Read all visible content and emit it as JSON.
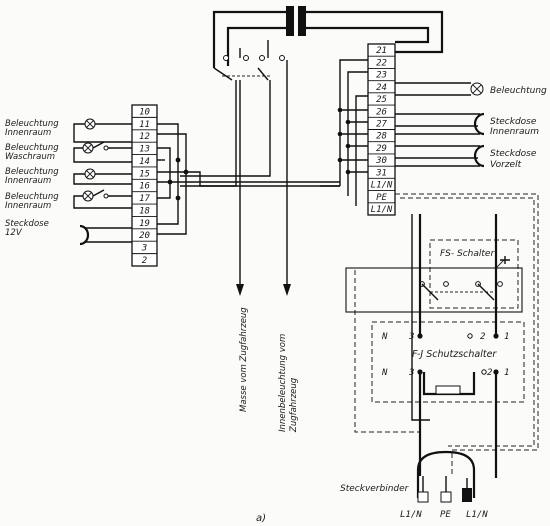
{
  "left_labels": [
    {
      "line1": "Beleuchtung",
      "line2": "Innenraum"
    },
    {
      "line1": "Beleuchtung",
      "line2": "Waschraum"
    },
    {
      "line1": "Beleuchtung",
      "line2": "Innenraum"
    },
    {
      "line1": "Beleuchtung",
      "line2": "Innenraum"
    },
    {
      "line1": "Steckdose",
      "line2": "12V"
    }
  ],
  "left_terminals": [
    "10",
    "11",
    "12",
    "13",
    "14",
    "15",
    "16",
    "17",
    "18",
    "19",
    "20",
    "3",
    "2"
  ],
  "right_terminals": [
    "21",
    "22",
    "23",
    "24",
    "25",
    "26",
    "27",
    "28",
    "29",
    "30",
    "31",
    "L1/N",
    "PE",
    "L1/N"
  ],
  "right_labels": {
    "beleuchtung": "Beleuchtung",
    "steckdose_innen_1": "Steckdose",
    "steckdose_innen_2": "Innenraum",
    "steckdose_vorzelt_1": "Steckdose",
    "steckdose_vorzelt_2": "Vorzelt"
  },
  "vertical_labels": {
    "masse": "Masse vom Zugfahrzeug",
    "innen_1": "Innenbeleuchtung vom",
    "innen_2": "Zugfahrzeug"
  },
  "fs_schalter": "FS- Schalter",
  "fi_schutzschalter": "F-J Schutzschalter",
  "fi_top_terminals": [
    "N",
    "3",
    "2",
    "1"
  ],
  "fi_bottom_terminals": [
    "N",
    "3",
    "2",
    "1"
  ],
  "steckverbinder": "Steckverbinder",
  "plug_pins": [
    "L1/N",
    "PE",
    "L1/N"
  ],
  "caption": "a)"
}
